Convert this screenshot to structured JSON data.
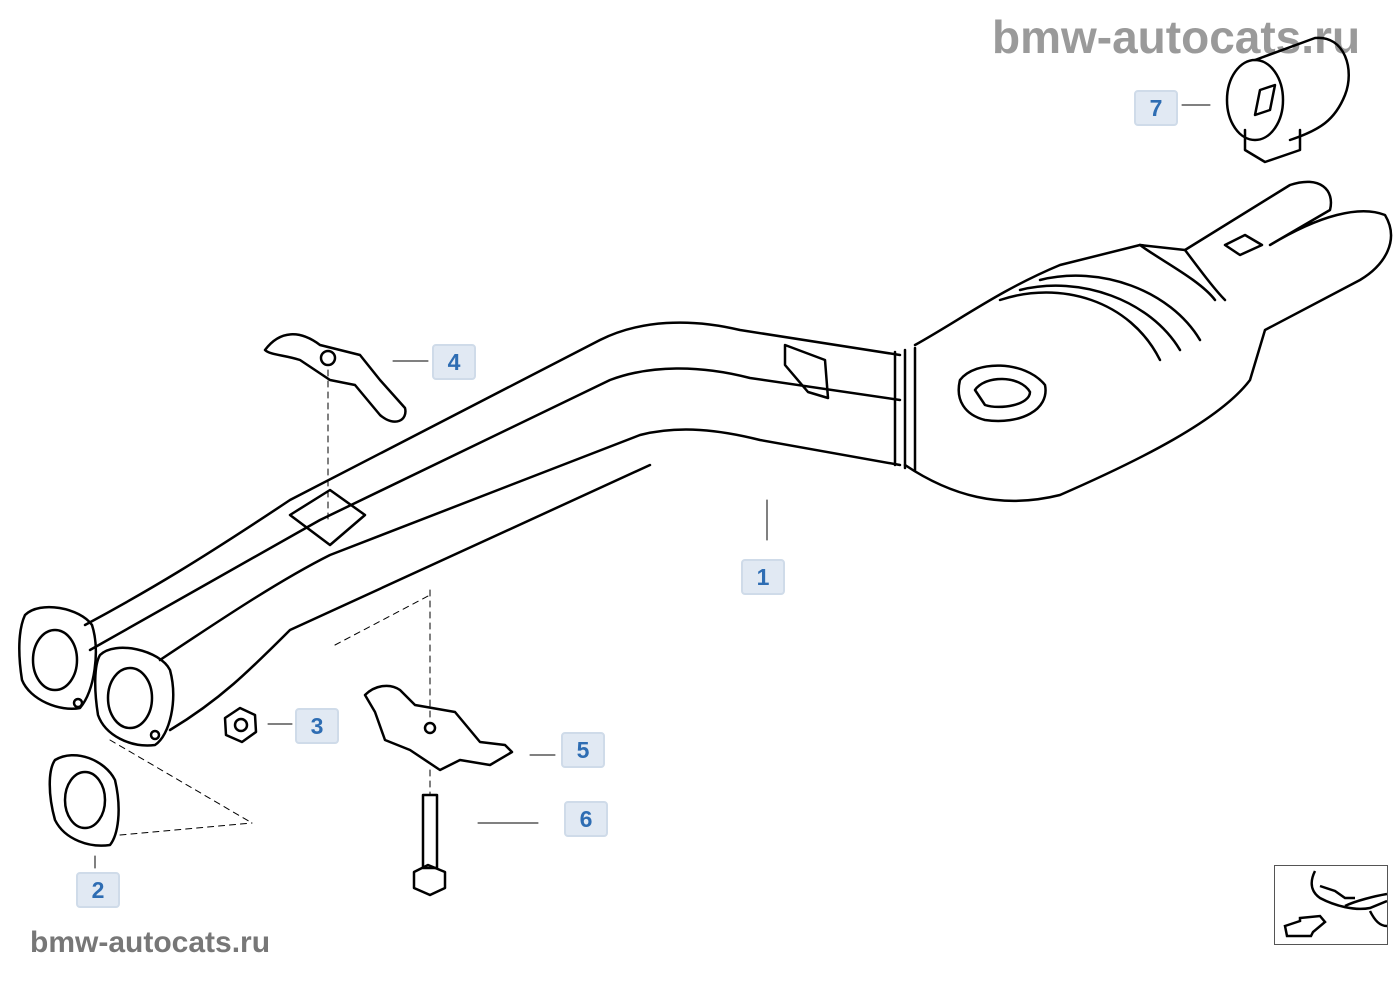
{
  "watermark_top": "bmw-autocats.ru",
  "watermark_bottom": "bmw-autocats.ru",
  "callouts": [
    "1",
    "2",
    "3",
    "4",
    "5",
    "6",
    "7"
  ],
  "thumbnail_icon": "car-front-arrow-icon"
}
